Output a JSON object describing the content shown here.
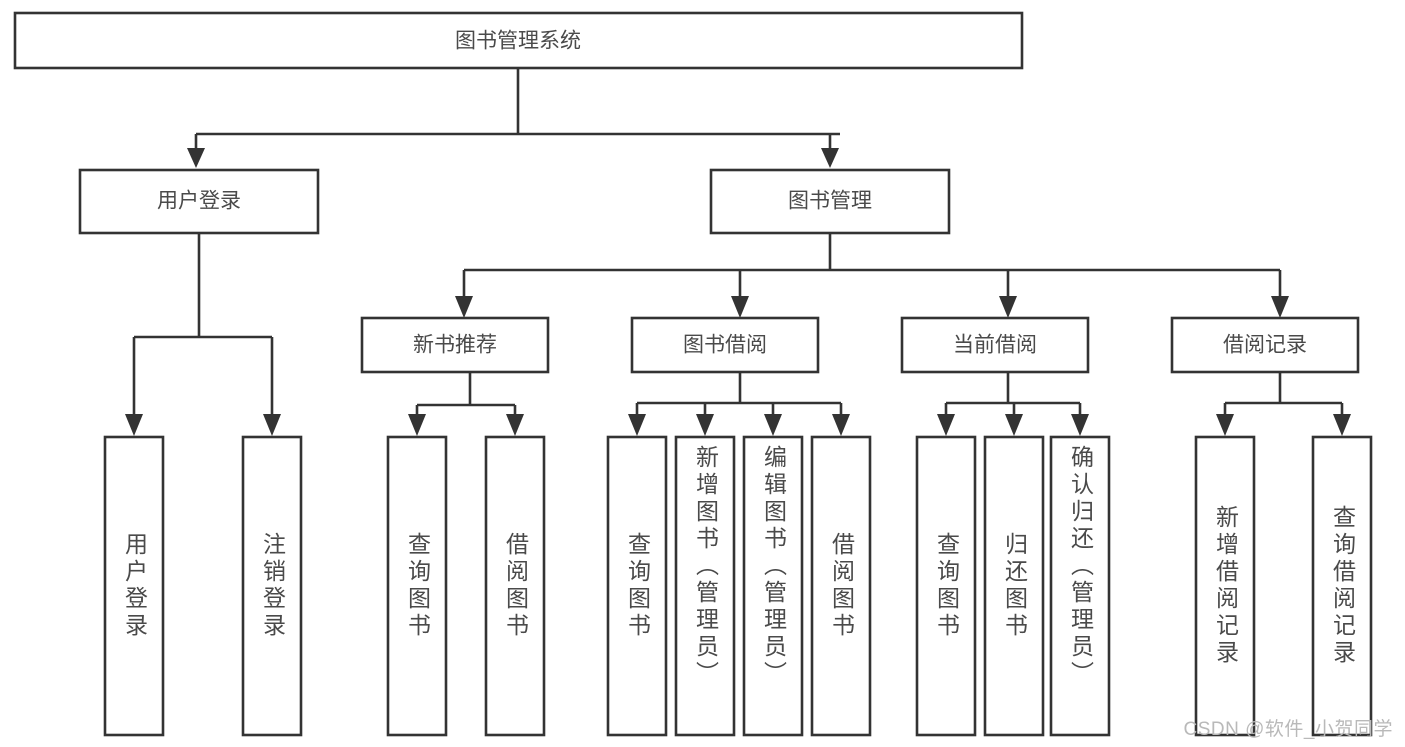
{
  "diagram": {
    "type": "tree-hierarchy",
    "title": "图书管理系统",
    "root": {
      "label": "图书管理系统",
      "orientation": "horizontal"
    },
    "level2": [
      {
        "label": "用户登录",
        "orientation": "horizontal"
      },
      {
        "label": "图书管理",
        "orientation": "horizontal"
      }
    ],
    "level3": [
      {
        "label": "新书推荐",
        "orientation": "horizontal"
      },
      {
        "label": "图书借阅",
        "orientation": "horizontal"
      },
      {
        "label": "当前借阅",
        "orientation": "horizontal"
      },
      {
        "label": "借阅记录",
        "orientation": "horizontal"
      }
    ],
    "leaves": {
      "user_login": [
        {
          "label": "用户登录",
          "orientation": "vertical"
        },
        {
          "label": "注销登录",
          "orientation": "vertical"
        }
      ],
      "new_book_recommend": [
        {
          "label": "查询图书",
          "orientation": "vertical"
        },
        {
          "label": "借阅图书",
          "orientation": "vertical"
        }
      ],
      "book_borrow": [
        {
          "label": "查询图书",
          "orientation": "vertical"
        },
        {
          "label": "新增图书（管理员）",
          "orientation": "vertical"
        },
        {
          "label": "编辑图书（管理员）",
          "orientation": "vertical"
        },
        {
          "label": "借阅图书",
          "orientation": "vertical"
        }
      ],
      "current_borrow": [
        {
          "label": "查询图书",
          "orientation": "vertical"
        },
        {
          "label": "归还图书",
          "orientation": "vertical"
        },
        {
          "label": "确认归还（管理员）",
          "orientation": "vertical"
        }
      ],
      "borrow_record": [
        {
          "label": "新增借阅记录",
          "orientation": "vertical"
        },
        {
          "label": "查询借阅记录",
          "orientation": "vertical"
        }
      ]
    }
  },
  "watermark": {
    "text": "CSDN @软件_小贺同学"
  },
  "colors": {
    "background": "#ffffff",
    "box_stroke": "#333333",
    "text": "#4a4a4a",
    "connector": "#333333",
    "watermark": "#b9b9b9"
  }
}
